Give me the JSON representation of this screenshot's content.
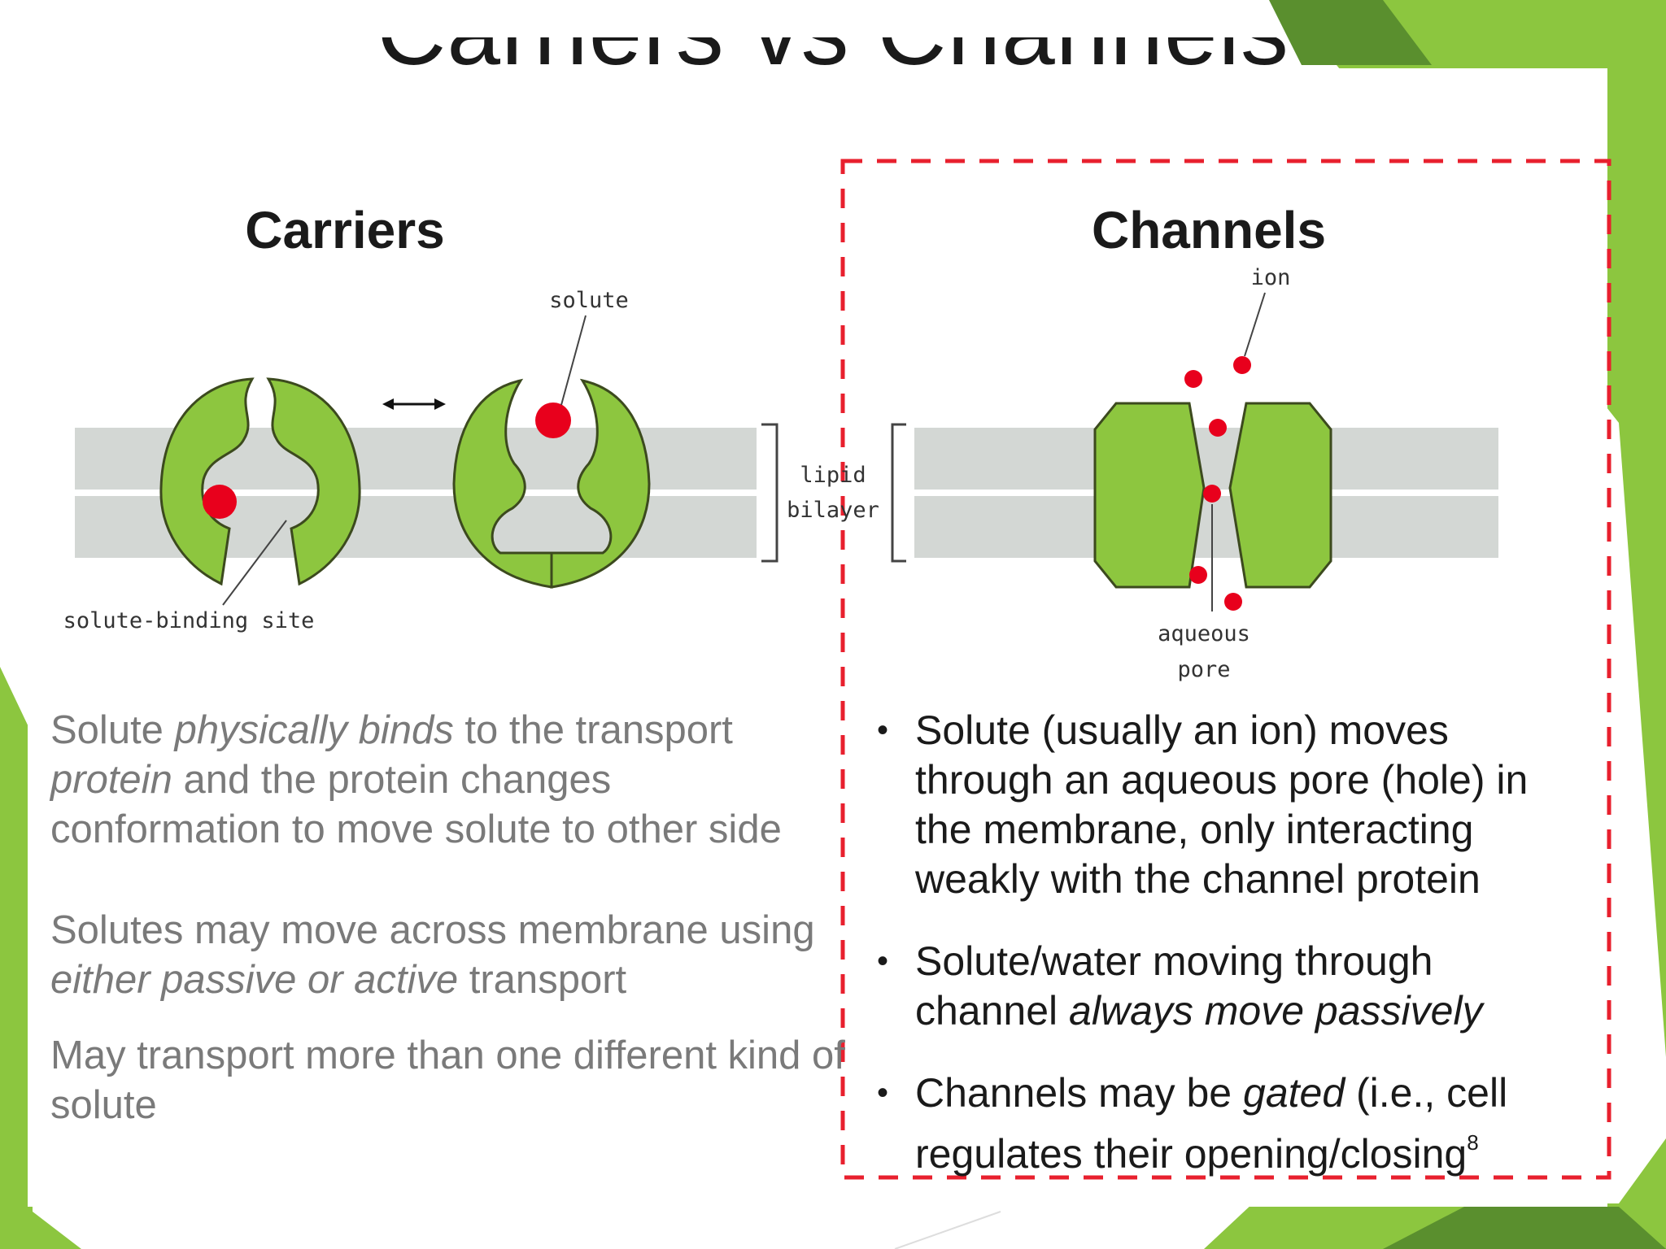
{
  "slide": {
    "title": "Carriers vs Channels",
    "colors": {
      "green_light": "#8cc63f",
      "green_dark": "#5a8f2e",
      "membrane": "#d3d7d4",
      "protein": "#8dc63f",
      "protein_outline": "#3c4a1e",
      "solute": "#e8001c",
      "dashed_border": "#e8202e"
    }
  },
  "carriers": {
    "heading": "Carriers",
    "labels": {
      "solute": "solute",
      "binding_site": "solute-binding site",
      "lipid_bilayer_line1": "lipid",
      "lipid_bilayer_line2": "bilayer"
    },
    "arrow_icon": "double-arrow-icon",
    "paragraph1": {
      "part1": "Solute ",
      "em1": "physically binds",
      "part2": " to the transport ",
      "em2": "protein",
      "part3": " and the protein changes conformation to move solute to other side"
    },
    "paragraph2": {
      "part1": "Solutes may move across membrane using ",
      "em1": "either passive or active",
      "part2": " transport"
    },
    "paragraph3": "May transport more than one different kind of solute"
  },
  "channels": {
    "heading": "Channels",
    "labels": {
      "ion": "ion",
      "pore_line1": "aqueous",
      "pore_line2": "pore"
    },
    "bullet1": "Solute (usually an ion) moves through an aqueous pore (hole) in the membrane, only interacting weakly with the channel protein",
    "bullet2": {
      "part1": "Solute/water moving through channel ",
      "em1": "always move passively"
    },
    "bullet3": {
      "part1": "Channels may be ",
      "em1": "gated",
      "part2": " (i.e., cell regulates their opening/closing",
      "ref": "8"
    },
    "bullet_glyph": "•"
  }
}
